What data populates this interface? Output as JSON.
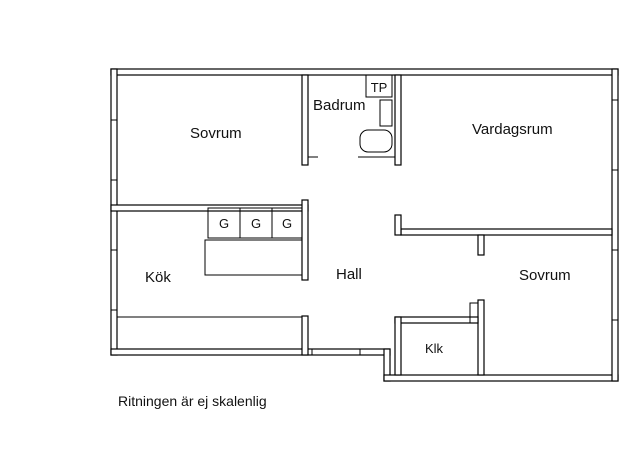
{
  "rooms": {
    "sovrum_left": "Sovrum",
    "badrum": "Badrum",
    "tp": "TP",
    "vardagsrum": "Vardagsrum",
    "kok": "Kök",
    "hall": "Hall",
    "sovrum_right": "Sovrum",
    "klk": "Klk"
  },
  "wardrobes": [
    "G",
    "G",
    "G"
  ],
  "note": "Ritningen är ej skalenlig",
  "colors": {
    "line": "#000000",
    "background": "#ffffff"
  }
}
